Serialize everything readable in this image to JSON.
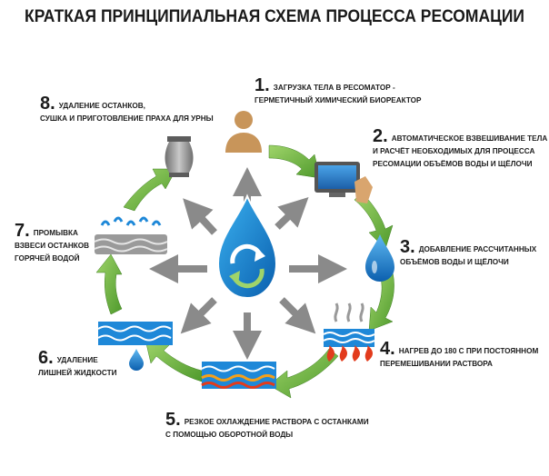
{
  "title": "КРАТКАЯ ПРИНЦИПИАЛЬНАЯ СХЕМА ПРОЦЕССА РЕСОМАЦИИ",
  "steps": [
    {
      "num": "1.",
      "line1": "ЗАГРУЗКА ТЕЛА В РЕСОМАТОР -",
      "line2": "ГЕРМЕТИЧНЫЙ ХИМИЧЕСКИЙ БИОРЕАКТОР",
      "line3": "",
      "icon": "person-icon"
    },
    {
      "num": "2.",
      "line1": "АВТОМАТИЧЕСКОЕ ВЗВЕШИВАНИЕ ТЕЛА",
      "line2": "И РАСЧЁТ НЕОБХОДИМЫХ ДЛЯ ПРОЦЕССА",
      "line3": "РЕСОМАЦИИ ОБЪЁМОВ ВОДЫ И ЩЁЛОЧИ",
      "icon": "touchscreen-icon"
    },
    {
      "num": "3.",
      "line1": "ДОБАВЛЕНИЕ РАССЧИТАННЫХ",
      "line2": "ОБЪЁМОВ ВОДЫ И ЩЁЛОЧИ",
      "line3": "",
      "icon": "water-drop-icon"
    },
    {
      "num": "4.",
      "line1": "НАГРЕВ ДО 180 С ПРИ ПОСТОЯННОМ",
      "line2": "ПЕРЕМЕШИВАНИИ РАСТВОРА",
      "line3": "",
      "icon": "heating-icon"
    },
    {
      "num": "5.",
      "line1": "РЕЗКОЕ ОХЛАЖДЕНИЕ РАСТВОРА С ОСТАНКАМИ",
      "line2": "С ПОМОЩЬЮ ОБОРОТНОЙ ВОДЫ",
      "line3": "",
      "icon": "cooling-icon"
    },
    {
      "num": "6.",
      "line1": "УДАЛЕНИЕ",
      "line2": "ЛИШНЕЙ ЖИДКОСТИ",
      "line3": "",
      "icon": "draining-icon"
    },
    {
      "num": "7.",
      "line1": "ПРОМЫВКА",
      "line2": "ВЗВЕСИ ОСТАНКОВ",
      "line3": "ГОРЯЧЕЙ ВОДОЙ",
      "icon": "rinsing-icon"
    },
    {
      "num": "8.",
      "line1": "УДАЛЕНИЕ ОСТАНКОВ,",
      "line2": "СУШКА И ПРИГОТОВЛЕНИЕ ПРАХА ДЛЯ УРНЫ",
      "line3": "",
      "icon": "urn-icon"
    }
  ],
  "center_icon": "recycle-drop-icon",
  "colors": {
    "cycle_arrow": "#6db33f",
    "cycle_arrow_dark": "#4f8f2a",
    "radial_arrow": "#8a8a8a",
    "water_blue": "#1e88d8",
    "water_light": "#7fc4f2",
    "flame": "#e23b1c",
    "urn": "#8c8c8c",
    "person": "#c8955a",
    "screen": "#2f7fd0"
  }
}
